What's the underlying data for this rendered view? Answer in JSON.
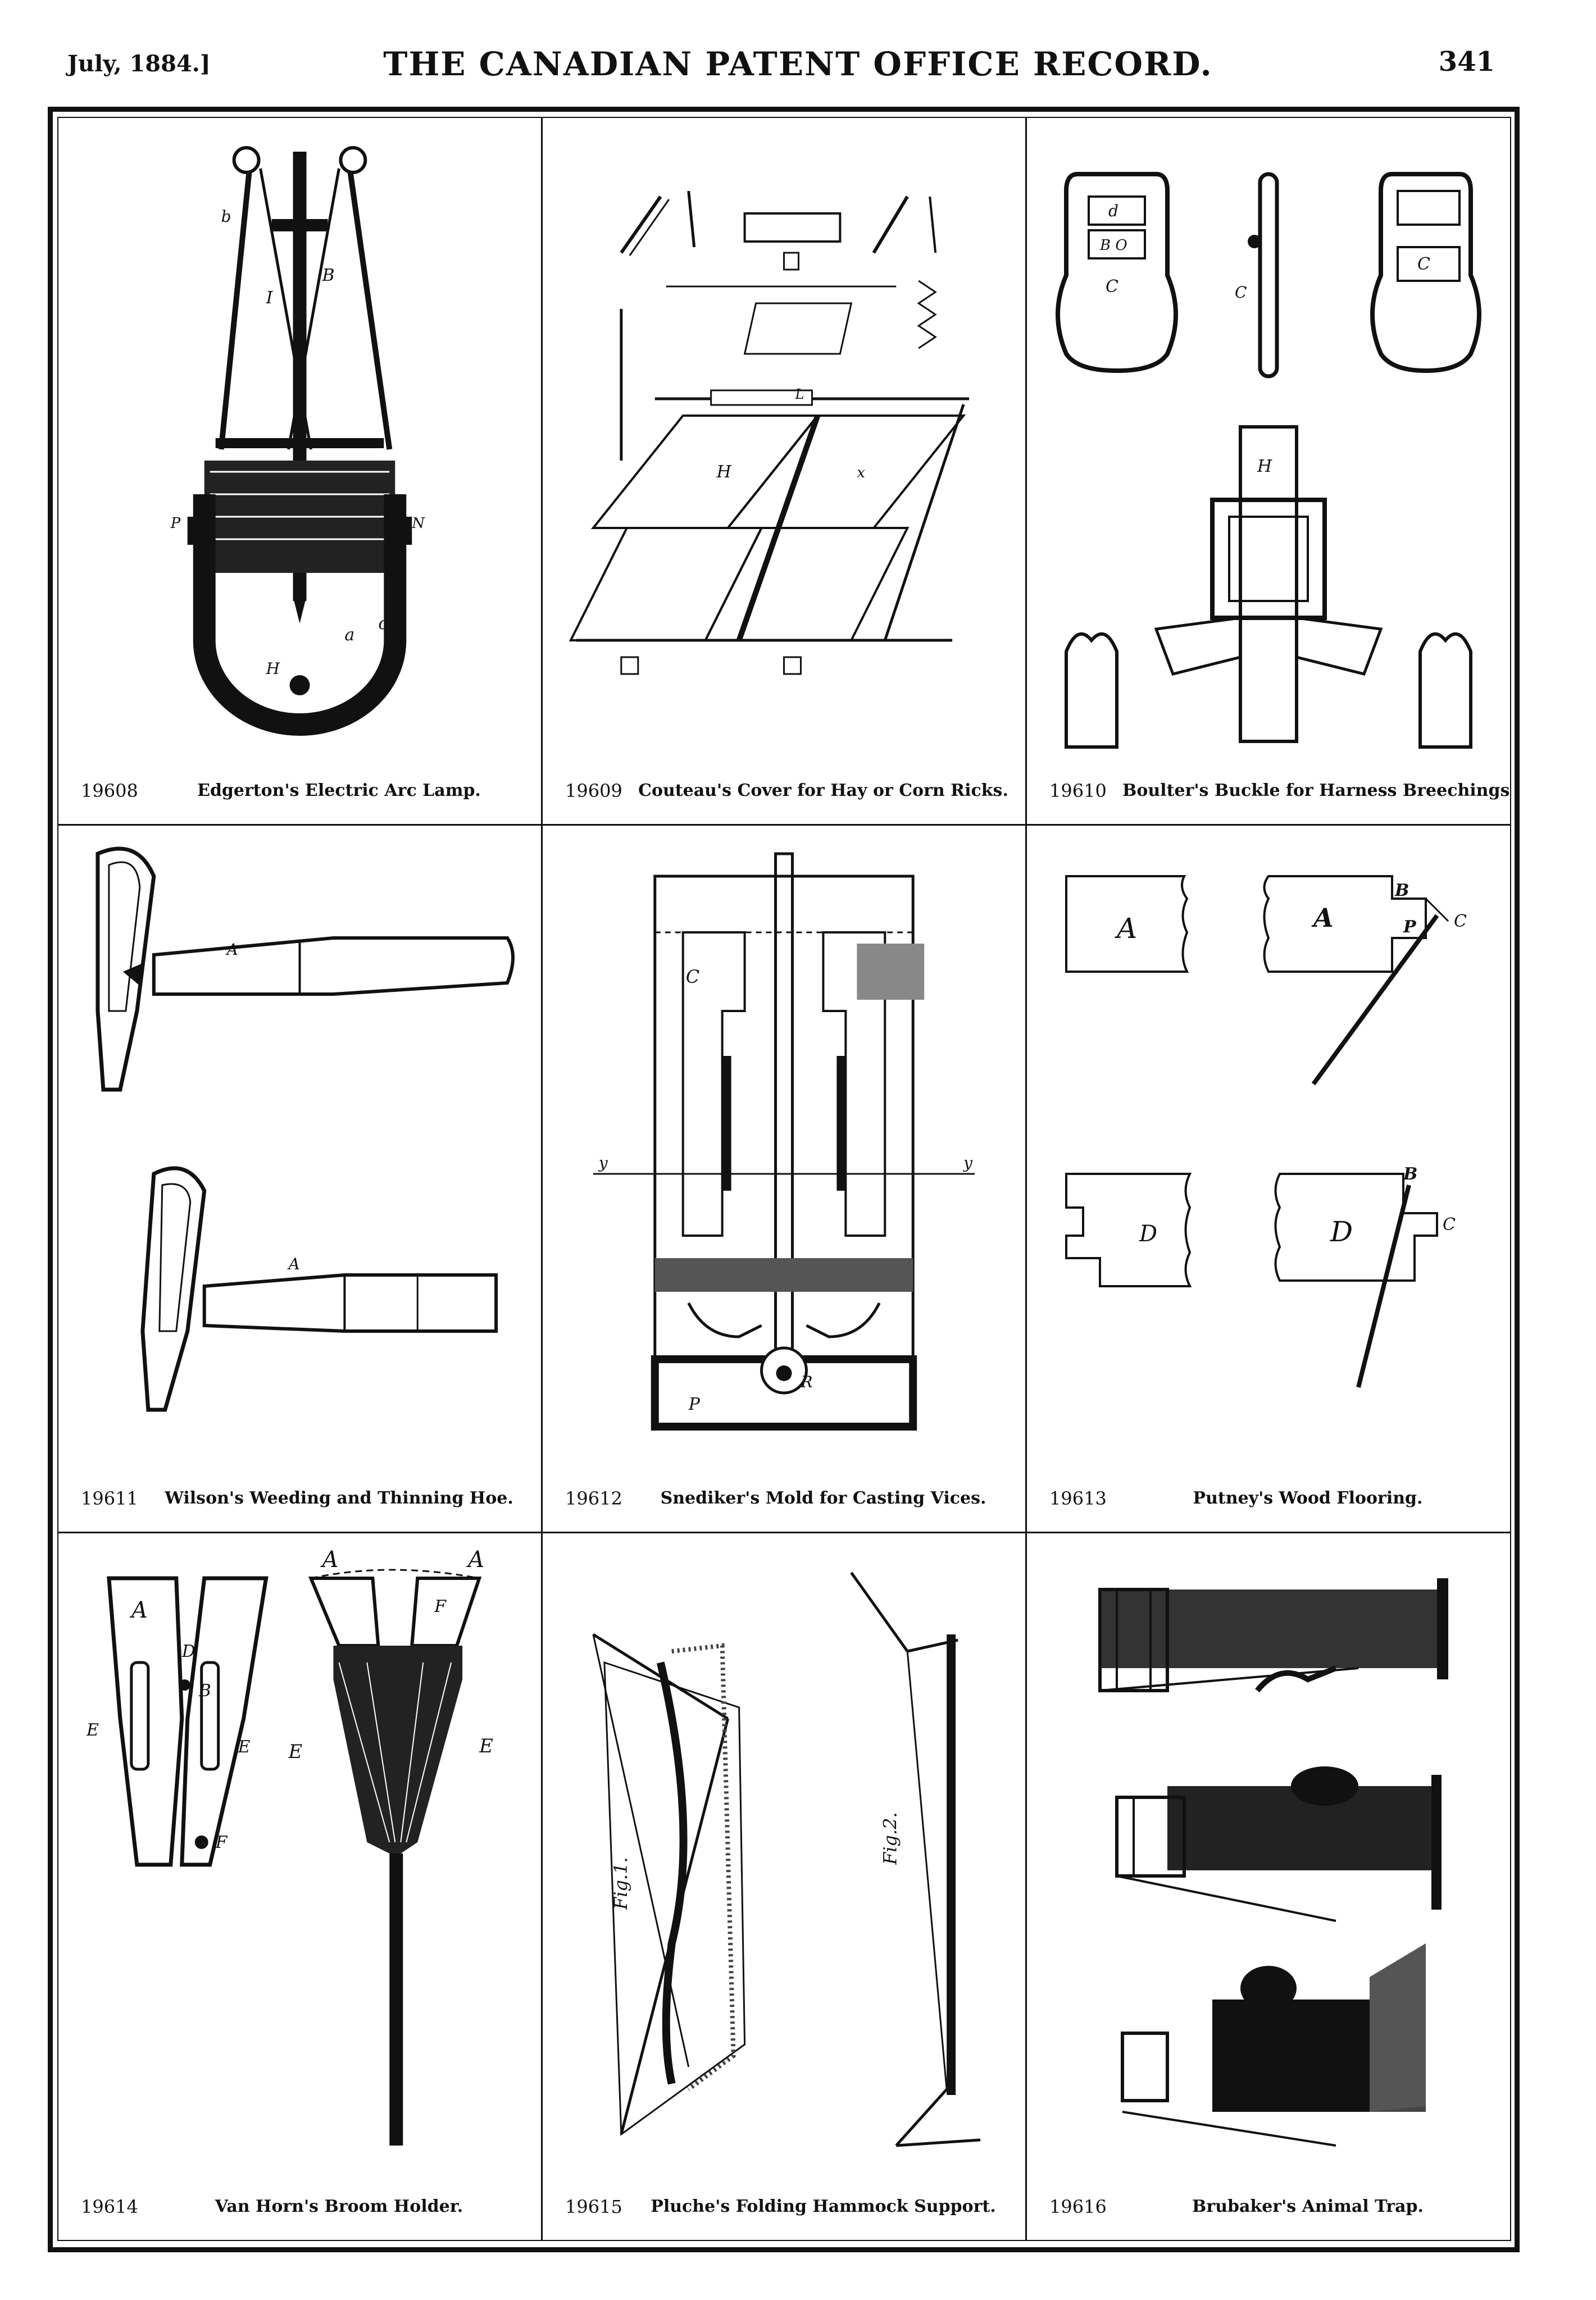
{
  "header": {
    "date": "July, 1884.]",
    "title": "THE CANADIAN PATENT OFFICE RECORD.",
    "page_number": "341"
  },
  "patents": [
    {
      "number": "19608",
      "title": "Edgerton's Electric Arc Lamp."
    },
    {
      "number": "19609",
      "title": "Couteau's Cover for Hay or Corn Ricks."
    },
    {
      "number": "19610",
      "title": "Boulter's Buckle for Harness Breechings."
    },
    {
      "number": "19611",
      "title": "Wilson's Weeding and Thinning Hoe."
    },
    {
      "number": "19612",
      "title": "Snediker's Mold for Casting Vices."
    },
    {
      "number": "19613",
      "title": "Putney's Wood Flooring."
    },
    {
      "number": "19614",
      "title": "Van Horn's Broom Holder."
    },
    {
      "number": "19615",
      "title": "Pluche's Folding Hammock Support."
    },
    {
      "number": "19616",
      "title": "Brubaker's Animal Trap."
    }
  ],
  "figure_labels": {
    "flooring_a1": "A",
    "flooring_a2": "A",
    "flooring_b1": "B",
    "flooring_c1": "C",
    "flooring_p": "P",
    "flooring_d1": "D",
    "flooring_d2": "D",
    "flooring_b2": "B",
    "flooring_c2": "C",
    "hammock_fig1": "Fig.1.",
    "hammock_fig2": "Fig.2."
  }
}
